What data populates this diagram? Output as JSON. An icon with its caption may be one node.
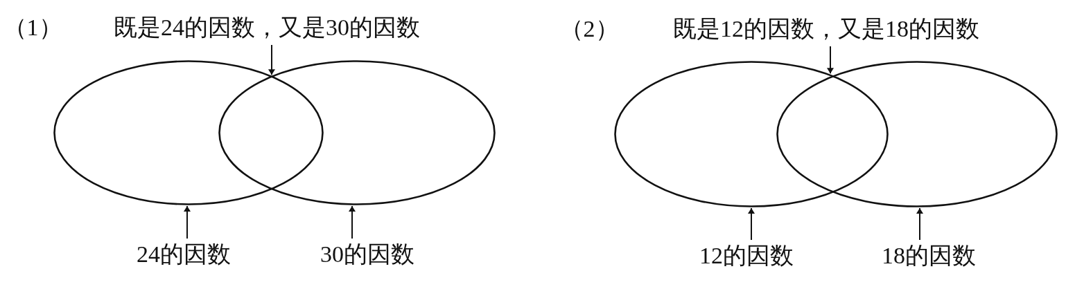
{
  "diagram": {
    "nodes": [
      {
        "text": [
          "既是24的因数，又是30的因数"
        ]
      },
      {
        "text": [],
        "shape": "ellipse"
      },
      {
        "text": [],
        "shape": "ellipse"
      },
      {
        "text": [
          "24的因数"
        ]
      },
      {
        "text": [
          "30的因数"
        ]
      },
      {
        "text": [
          "既是12的因数，又是18的因数"
        ]
      },
      {
        "text": [],
        "shape": "ellipse"
      },
      {
        "text": [],
        "shape": "ellipse"
      },
      {
        "text": [
          "12的因数"
        ]
      },
      {
        "text": [
          "18的因数"
        ]
      }
    ],
    "edges": [
      {
        "from": 0,
        "to": 1,
        "arrow": "to"
      },
      {
        "from": 3,
        "to": 1,
        "arrow": "to"
      },
      {
        "from": 4,
        "to": 2,
        "arrow": "to"
      },
      {
        "from": 5,
        "to": 6,
        "arrow": "to"
      },
      {
        "from": 8,
        "to": 6,
        "arrow": "to"
      },
      {
        "from": 9,
        "to": 7,
        "arrow": "to"
      }
    ],
    "labels": [
      "（1）",
      "（2）"
    ]
  }
}
